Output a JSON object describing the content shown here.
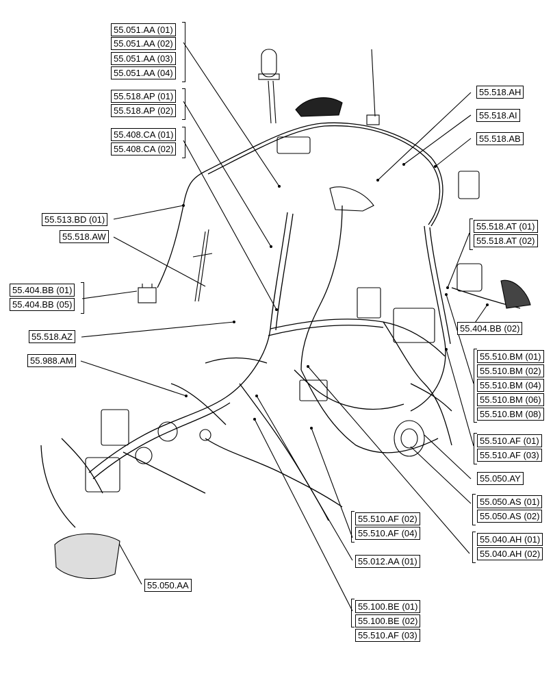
{
  "callouts": {
    "c1": "55.051.AA (01)",
    "c2": "55.051.AA (02)",
    "c3": "55.051.AA (03)",
    "c4": "55.051.AA (04)",
    "c5": "55.518.AP (01)",
    "c6": "55.518.AP (02)",
    "c7": "55.408.CA (01)",
    "c8": "55.408.CA (02)",
    "c9": "55.513.BD (01)",
    "c10": "55.518.AW",
    "c11": "55.404.BB (01)",
    "c12": "55.404.BB (05)",
    "c13": "55.518.AZ",
    "c14": "55.988.AM",
    "c15": "55.518.AH",
    "c16": "55.518.AI",
    "c17": "55.518.AB",
    "c18": "55.518.AT (01)",
    "c19": "55.518.AT (02)",
    "c20": "55.404.BB (02)",
    "c21": "55.510.BM (01)",
    "c22": "55.510.BM (02)",
    "c23": "55.510.BM (04)",
    "c24": "55.510.BM (06)",
    "c25": "55.510.BM (08)",
    "c26": "55.510.AF (01)",
    "c27": "55.510.AF (03)",
    "c28": "55.050.AY",
    "c29": "55.050.AS (01)",
    "c30": "55.050.AS (02)",
    "c31": "55.040.AH (01)",
    "c32": "55.040.AH (02)",
    "c33": "55.510.AF (02)",
    "c34": "55.510.AF (04)",
    "c35": "55.012.AA (01)",
    "c36": "55.100.BE (01)",
    "c37": "55.100.BE (02)",
    "c38": "55.510.AF (03)",
    "c39": "55.050.AA"
  }
}
